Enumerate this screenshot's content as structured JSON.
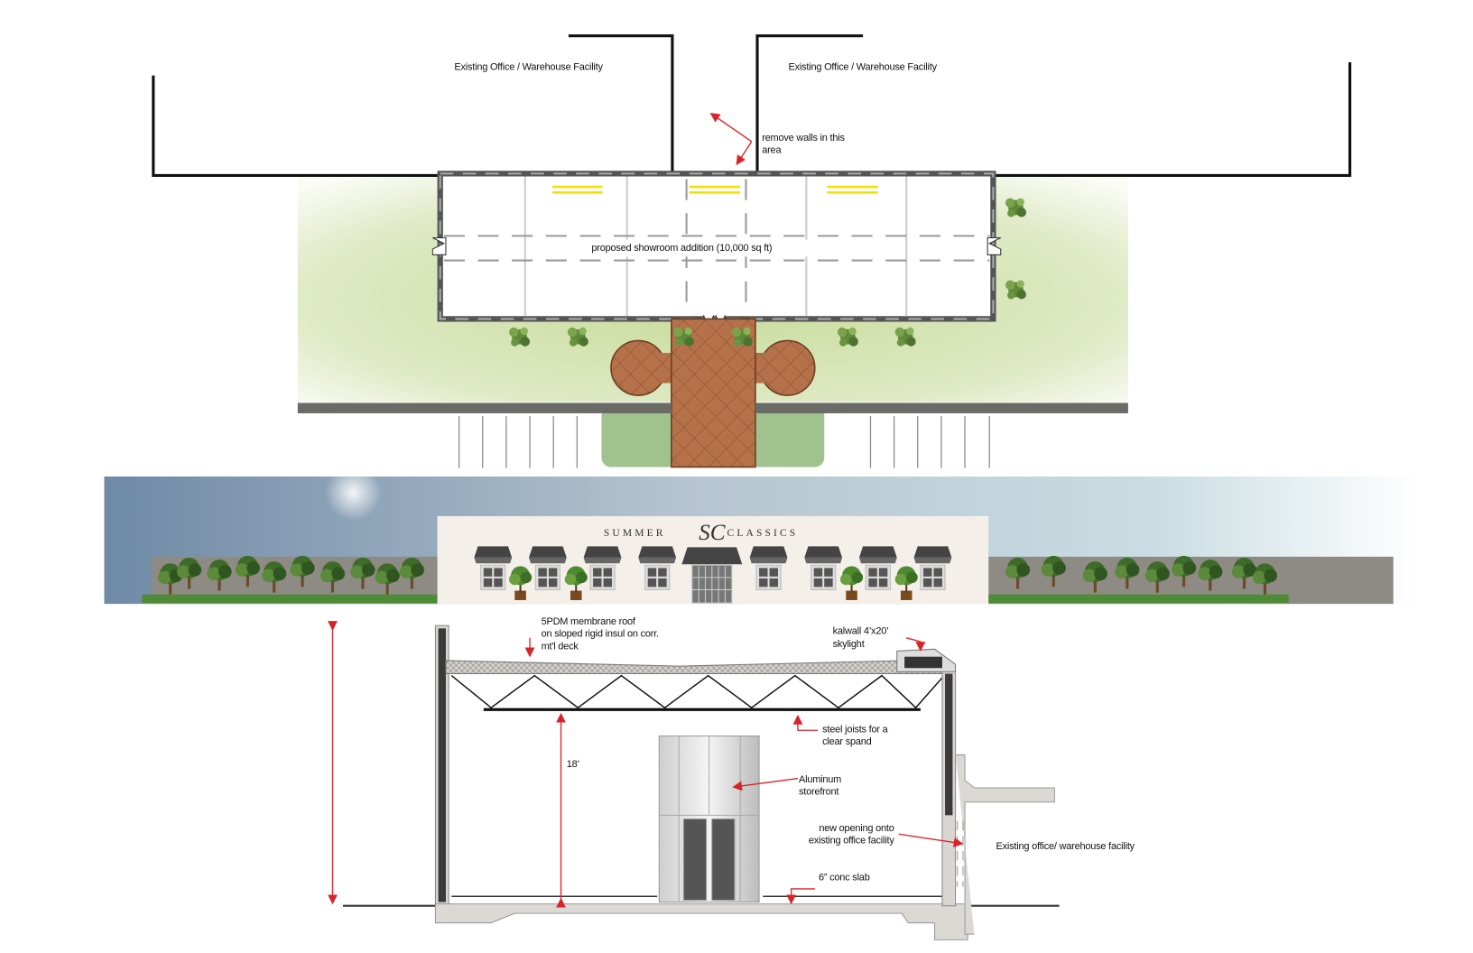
{
  "plan": {
    "existing_left_label": "Existing  Office / Warehouse Facility",
    "existing_right_label": "Existing  Office / Warehouse Facility",
    "remove_walls_line1": "remove walls in this",
    "remove_walls_line2": "area",
    "showroom_label": "proposed showroom addition (10,000 sq ft)"
  },
  "elevation": {
    "logo_left": "SUMMER",
    "logo_mark": "SC",
    "logo_right": "CLASSICS"
  },
  "section": {
    "roof_line1": "5PDM membrane roof",
    "roof_line2": "on sloped rigid insul on corr.",
    "roof_line3": "mt'l deck",
    "skylight_line1": "kalwall 4’x20’",
    "skylight_line2": "skylight",
    "joists_line1": "steel joists for a",
    "joists_line2": "clear spand",
    "height": "18’",
    "storefront_line1": "Aluminum",
    "storefront_line2": "storefront",
    "opening_line1": "new opening onto",
    "opening_line2": "existing office facility",
    "existing_label": "Existing office/ warehouse facility",
    "slab_label": "6” conc slab"
  },
  "colors": {
    "annotation": "#d9232a",
    "paver": "#b5714a",
    "lawn": "#c8dca0",
    "wall": "#555555"
  }
}
